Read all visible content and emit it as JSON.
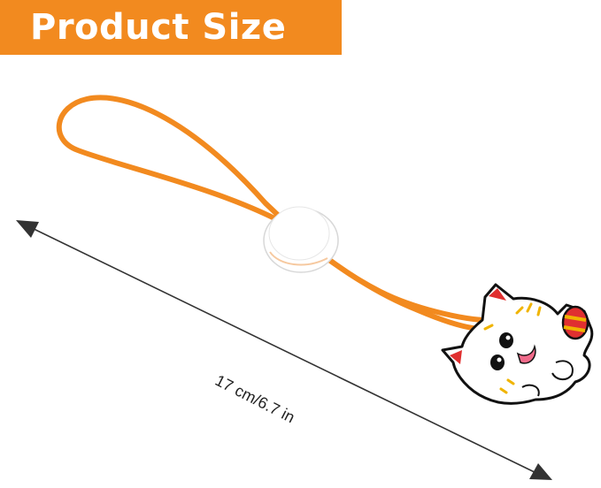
{
  "banner": {
    "title": "Product Size"
  },
  "dimension": {
    "label": "17 cm/6.7 in"
  },
  "colors": {
    "banner": "#f28a1f",
    "cord": "#f28a1f",
    "toggle": "#ffffff",
    "arrow": "#333333"
  },
  "icons": {
    "charm": "lucky-cat-charm"
  }
}
